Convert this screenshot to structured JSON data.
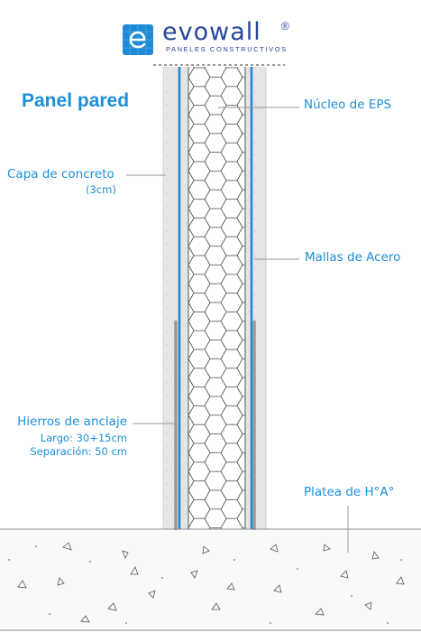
{
  "logo": {
    "brand": "evowall",
    "registered": "®",
    "tagline": "PANELES CONSTRUCTIVOS"
  },
  "title": "Panel pared",
  "labels": {
    "nucleo": "Núcleo de EPS",
    "capa": "Capa de concreto",
    "capa_sub": "(3cm)",
    "mallas": "Mallas de Acero",
    "hierros": "Hierros de anclaje",
    "hierros_largo": "Largo: 30+15cm",
    "hierros_sep": "Separación: 50 cm",
    "platea": "Platea de H°A°"
  },
  "colors": {
    "accent": "#1b8fd8",
    "brand": "#27469a",
    "mesh": "#1d8ad6",
    "concrete": "#e6e6e6",
    "rebar": "#9a9a9a"
  }
}
